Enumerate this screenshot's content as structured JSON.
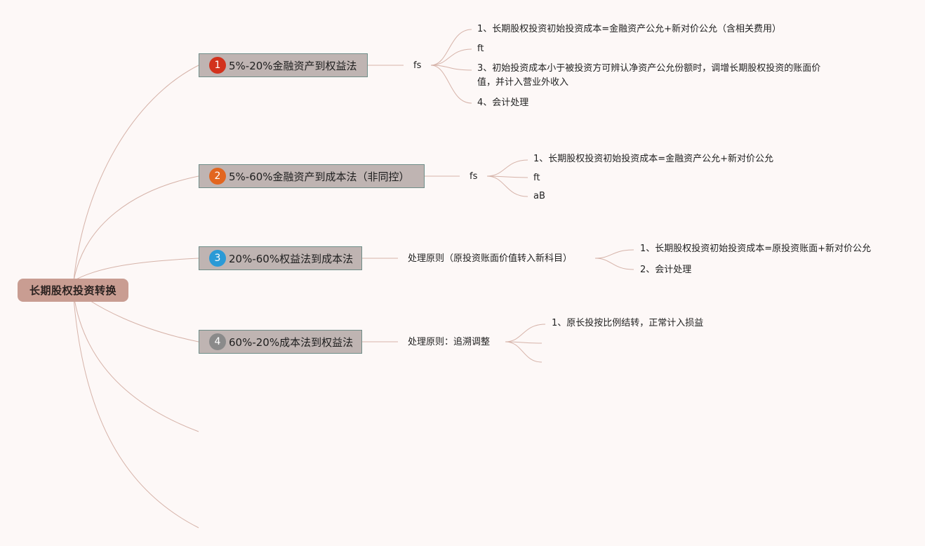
{
  "root": "长期股权投资转换",
  "colors": {
    "line": "#d6b3a9",
    "root_bg": "#c99d92",
    "topic_bg": "#bfb4b2",
    "topic_border": "#6f8d88"
  },
  "topics": [
    {
      "num": "1",
      "num_color": "#d2321d",
      "label": "5%-20%金融资产到权益法",
      "sub": "fs",
      "items": [
        "1、长期股权投资初始投资成本=金融资产公允+新对价公允（含相关费用）",
        "ft",
        "3、初始投资成本小于被投资方可辨认净资产公允份额时，调增长期股权投资的账面价值，并计入营业外收入",
        "4、会计处理"
      ]
    },
    {
      "num": "2",
      "num_color": "#e2661f",
      "label": "5%-60%金融资产到成本法（非同控）",
      "sub": "fs",
      "items": [
        "1、长期股权投资初始投资成本=金融资产公允+新对价公允",
        "ft",
        "aB"
      ]
    },
    {
      "num": "3",
      "num_color": "#2a9ad6",
      "label": "20%-60%权益法到成本法",
      "sub": "处理原则（原投资账面价值转入新科目）",
      "items": [
        "1、长期股权投资初始投资成本=原投资账面+新对价公允",
        "2、会计处理"
      ]
    },
    {
      "num": "4",
      "num_color": "#8a8a8a",
      "label": "60%-20%成本法到权益法",
      "sub": "处理原则：追溯调整",
      "items": [
        "1、原长投按比例结转，正常计入损益",
        "",
        ""
      ]
    }
  ]
}
